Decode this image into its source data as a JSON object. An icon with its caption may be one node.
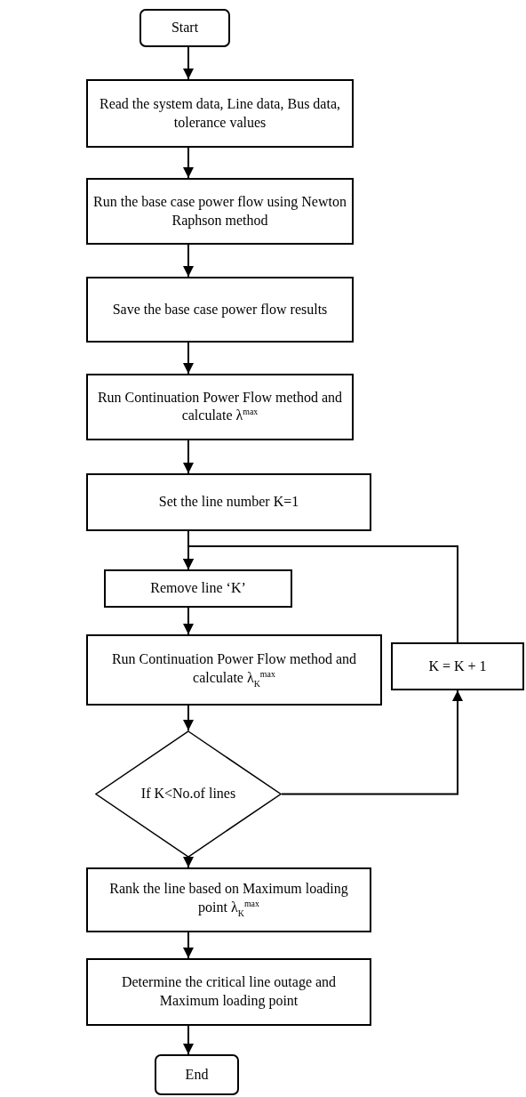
{
  "diagram": {
    "nodes": [
      {
        "text": [
          "Start"
        ]
      },
      {
        "text": [
          "Read the system data, Line data, Bus data, tolerance values"
        ]
      },
      {
        "text": [
          "Run the base case power flow using Newton Raphson method"
        ]
      },
      {
        "text": [
          "Save the base case power flow results"
        ]
      },
      {
        "text": [
          "Run Continuation Power Flow method and calculate λ$^{max}$"
        ]
      },
      {
        "text": [
          "Set the line number K=1"
        ]
      },
      {
        "text": [
          "Remove line ‘K’"
        ]
      },
      {
        "text": [
          "Run Continuation Power Flow method and calculate λ$_{K}$$^{max}$"
        ]
      },
      {
        "text": [
          "If K<No.of lines"
        ]
      },
      {
        "text": [
          "K = K + 1"
        ]
      },
      {
        "text": [
          "Rank the line based on Maximum loading point λ$_{K}$$^{max}$"
        ]
      },
      {
        "text": [
          "Determine the critical line outage and Maximum loading point"
        ]
      },
      {
        "text": [
          "End"
        ]
      }
    ],
    "edges": [
      {
        "from": 0,
        "to": 1,
        "arrow": "to"
      },
      {
        "from": 1,
        "to": 2,
        "arrow": "to"
      },
      {
        "from": 2,
        "to": 3,
        "arrow": "to"
      },
      {
        "from": 3,
        "to": 4,
        "arrow": "to"
      },
      {
        "from": 4,
        "to": 5,
        "arrow": "to"
      },
      {
        "from": 5,
        "to": 6,
        "arrow": "to"
      },
      {
        "from": 6,
        "to": 7,
        "arrow": "to"
      },
      {
        "from": 7,
        "to": 8,
        "arrow": "to"
      },
      {
        "from": 8,
        "to": 9,
        "arrow": "to"
      },
      {
        "from": 9,
        "to": 6,
        "arrow": "to"
      },
      {
        "from": 8,
        "to": 10,
        "arrow": "to"
      },
      {
        "from": 10,
        "to": 11,
        "arrow": "to"
      },
      {
        "from": 11,
        "to": 12,
        "arrow": "to"
      }
    ]
  }
}
